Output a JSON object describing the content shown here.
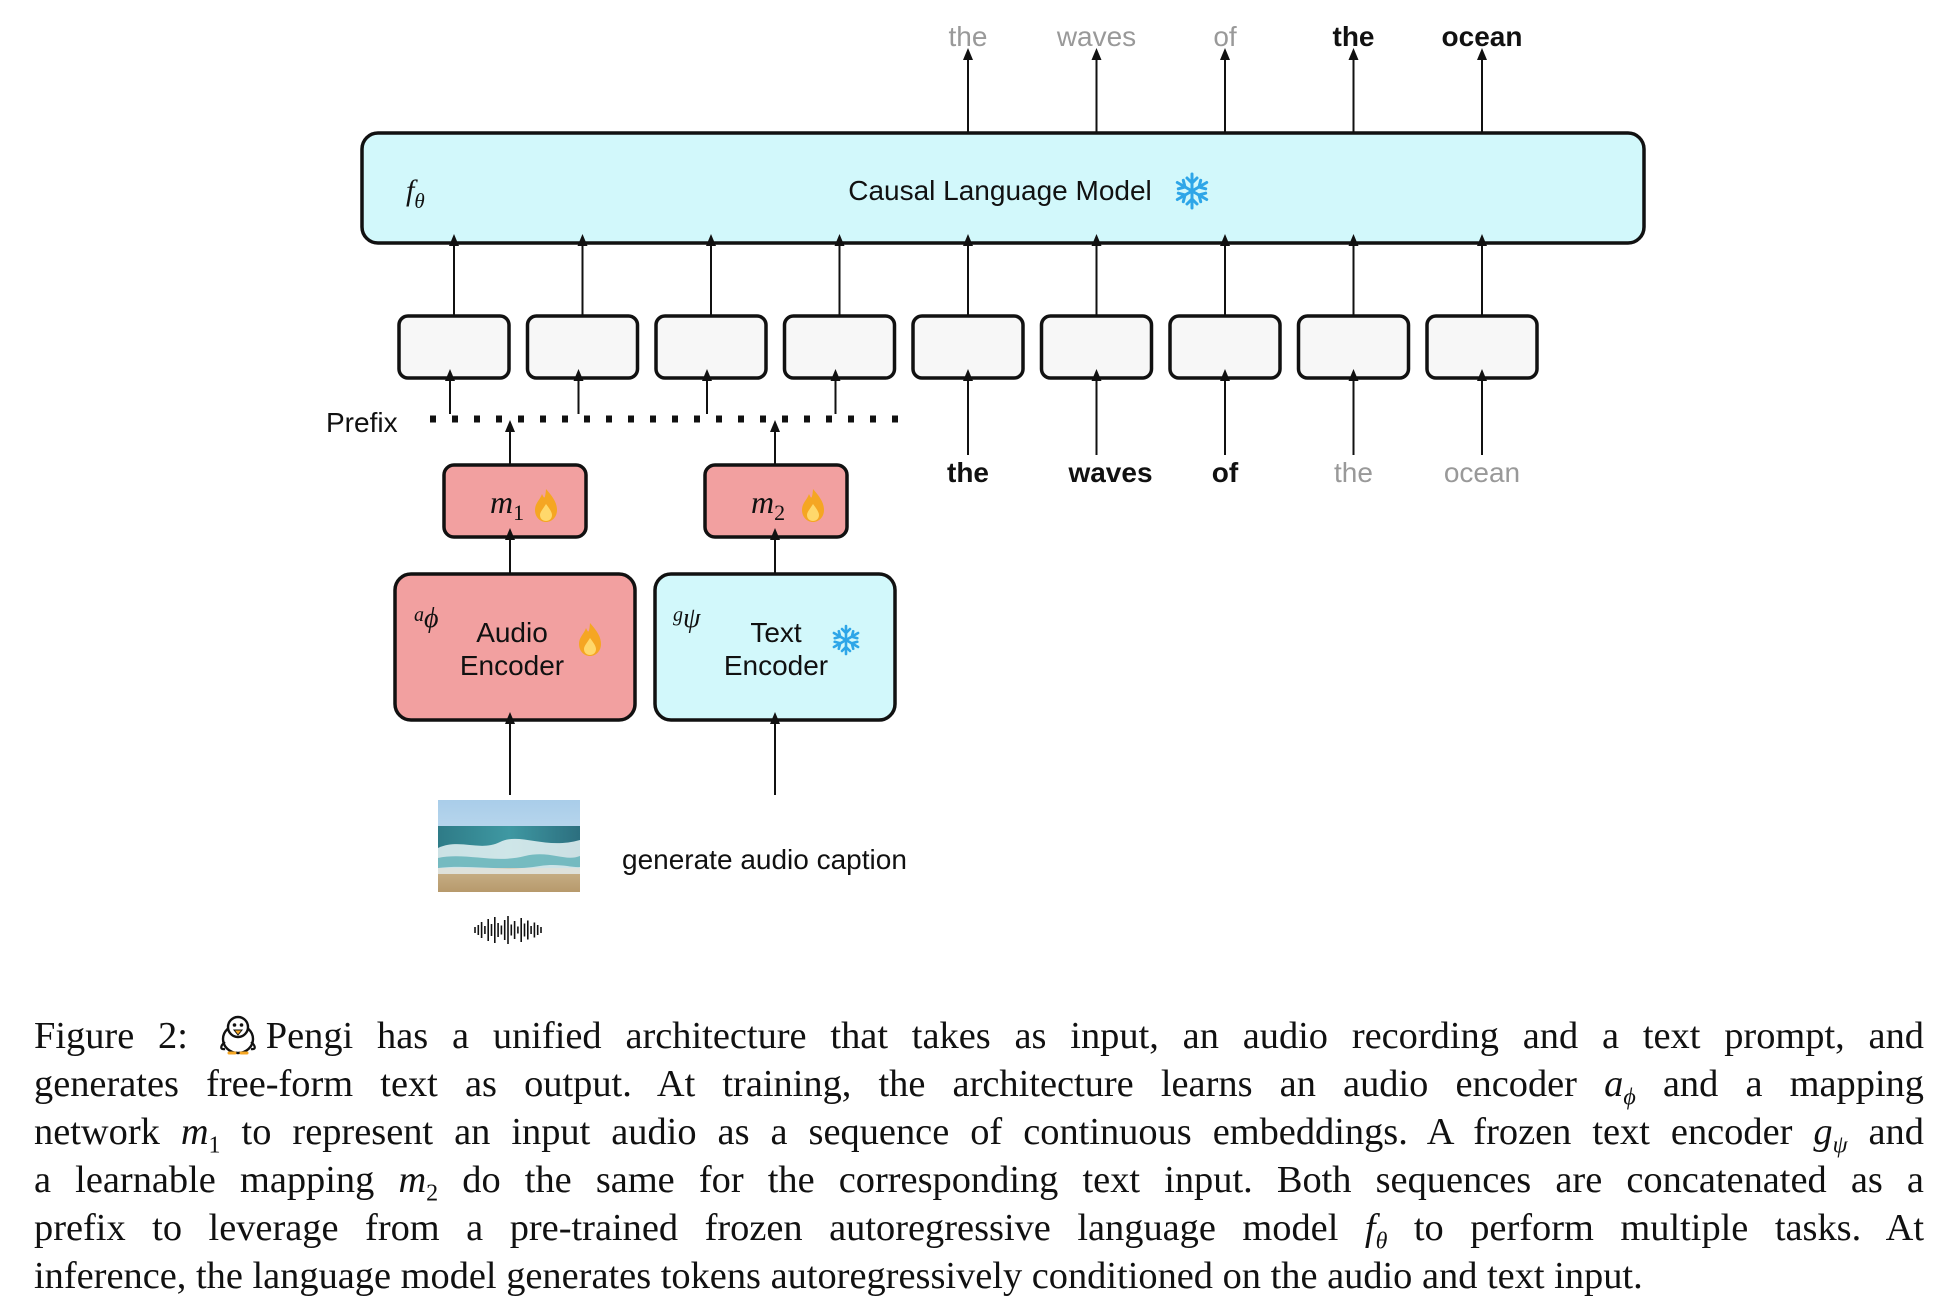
{
  "diagram": {
    "output_tokens": [
      {
        "text": "the",
        "bold": false
      },
      {
        "text": "waves",
        "bold": false
      },
      {
        "text": "of",
        "bold": false
      },
      {
        "text": "the",
        "bold": true
      },
      {
        "text": "ocean",
        "bold": true
      }
    ],
    "input_tokens": [
      {
        "text": "the",
        "bold": true
      },
      {
        "text": "waves",
        "bold": true
      },
      {
        "text": "of",
        "bold": true
      },
      {
        "text": "the",
        "bold": false
      },
      {
        "text": "ocean",
        "bold": false
      }
    ],
    "lm": {
      "symbol": "f",
      "symbol_sub": "θ",
      "label": "Causal Language Model"
    },
    "prefix_label": "Prefix",
    "m1": {
      "symbol": "m",
      "sub": "1"
    },
    "m2": {
      "symbol": "m",
      "sub": "2"
    },
    "audio_encoder": {
      "symbol": "a",
      "symbol_sub": "ϕ",
      "line1": "Audio",
      "line2": "Encoder"
    },
    "text_encoder": {
      "symbol": "g",
      "symbol_sub": "ψ",
      "line1": "Text",
      "line2": "Encoder"
    },
    "text_prompt": "generate audio caption",
    "colors": {
      "frozen_fill": "#d2f8fb",
      "trainable_fill": "#f2a0a0",
      "token_box_fill": "#f7f7f7",
      "gray_text": "#999999",
      "snowflake": "#2ea6e8",
      "flame": "#f5a623"
    }
  },
  "caption": {
    "prefix": "Figure 2:",
    "l1": "Pengi has a unified architecture that takes as input, an audio recording and a text prompt, and",
    "l2a": "generates free-form text as output.  At training, the architecture learns an audio encoder",
    "l2_sym": "a",
    "l2_sub": "ϕ",
    "l2b": "and a mapping",
    "l3a": "network",
    "l3_sym": "m",
    "l3_sub": "1",
    "l3b": "to represent an input audio as a sequence of continuous embeddings. A frozen text encoder",
    "l3_sym2": "g",
    "l3_sub2": "ψ",
    "l3c": "and",
    "l4a": "a learnable mapping",
    "l4_sym": "m",
    "l4_sub": "2",
    "l4b": "do the same for the corresponding text input. Both sequences are concatenated as a",
    "l5a": "prefix to leverage from a pre-trained frozen autoregressive language model",
    "l5_sym": "f",
    "l5_sub": "θ",
    "l5b": "to perform multiple tasks. At",
    "l6": "inference, the language model generates tokens autoregressively conditioned on the audio and text input."
  }
}
